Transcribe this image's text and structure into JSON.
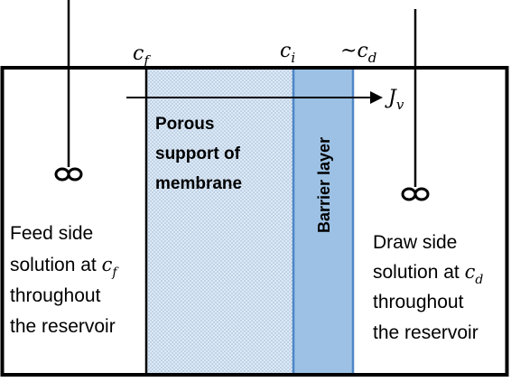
{
  "labels": {
    "c_f": "c",
    "c_f_sub": "f",
    "c_i": "c",
    "c_i_sub": "i",
    "c_d_prefix": "~",
    "c_d": "c",
    "c_d_sub": "d",
    "j_v": "J",
    "j_v_sub": "v"
  },
  "support": {
    "line1": "Porous",
    "line2": "support of",
    "line3": "membrane"
  },
  "barrier": {
    "label": "Barrier layer"
  },
  "feed": {
    "line1": "Feed side",
    "line2_prefix": "solution at ",
    "line2_var": "c",
    "line2_sub": "f",
    "line3": "throughout",
    "line4": "the reservoir"
  },
  "draw": {
    "line1": "Draw side",
    "line2_prefix": "solution at ",
    "line2_var": "c",
    "line2_sub": "d",
    "line3": "throughout",
    "line4": "the reservoir"
  },
  "colors": {
    "support_fill": "#dde9f6",
    "support_dots": "#7a9cc0",
    "barrier_fill": "#9cc1e4",
    "barrier_edge": "#4f86c6",
    "frame": "#000000"
  },
  "icons": {
    "stirrer_left": "infinity-stirrer",
    "stirrer_right": "infinity-stirrer",
    "flux_arrow": "arrow-right"
  }
}
